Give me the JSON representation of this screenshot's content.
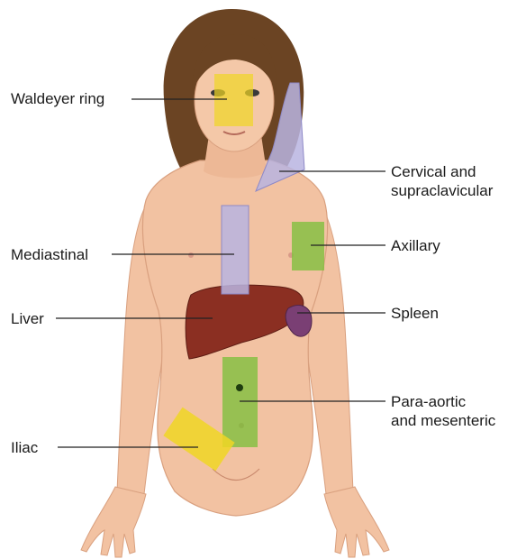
{
  "figure": {
    "subject": "child anatomy diagram of lymph node regions",
    "colors": {
      "skin": "#f2c2a2",
      "skin_shadow": "#d9a07f",
      "hair": "#6b4423",
      "liver": "#8b2f22",
      "spleen": "#7a3f74",
      "yellow_region": "#f0d624",
      "green_region": "#7fbf3f",
      "lavender_region": "#b8b4e0",
      "leader_line": "#222222",
      "label_text": "#1b1b1b"
    }
  },
  "labels": {
    "waldeyer": "Waldeyer ring",
    "cervical_line1": "Cervical and",
    "cervical_line2": "supraclavicular",
    "mediastinal": "Mediastinal",
    "axillary": "Axillary",
    "liver": "Liver",
    "spleen": "Spleen",
    "paraaortic_line1": "Para-aortic",
    "paraaortic_line2": "and mesenteric",
    "iliac": "Iliac"
  }
}
